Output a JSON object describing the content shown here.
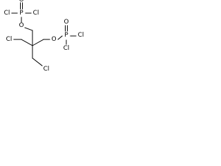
{
  "atoms": {
    "cl_top_left": "Cl",
    "p_top": "P",
    "cl_top_right": "Cl",
    "o_top_double": "O",
    "o_top_ester": "O",
    "cl_left_mid": "Cl",
    "o_right_ester": "O",
    "p_right": "P",
    "cl_right": "Cl",
    "o_right_double": "O",
    "cl_right_lower": "Cl",
    "cl_bottom": "Cl"
  }
}
